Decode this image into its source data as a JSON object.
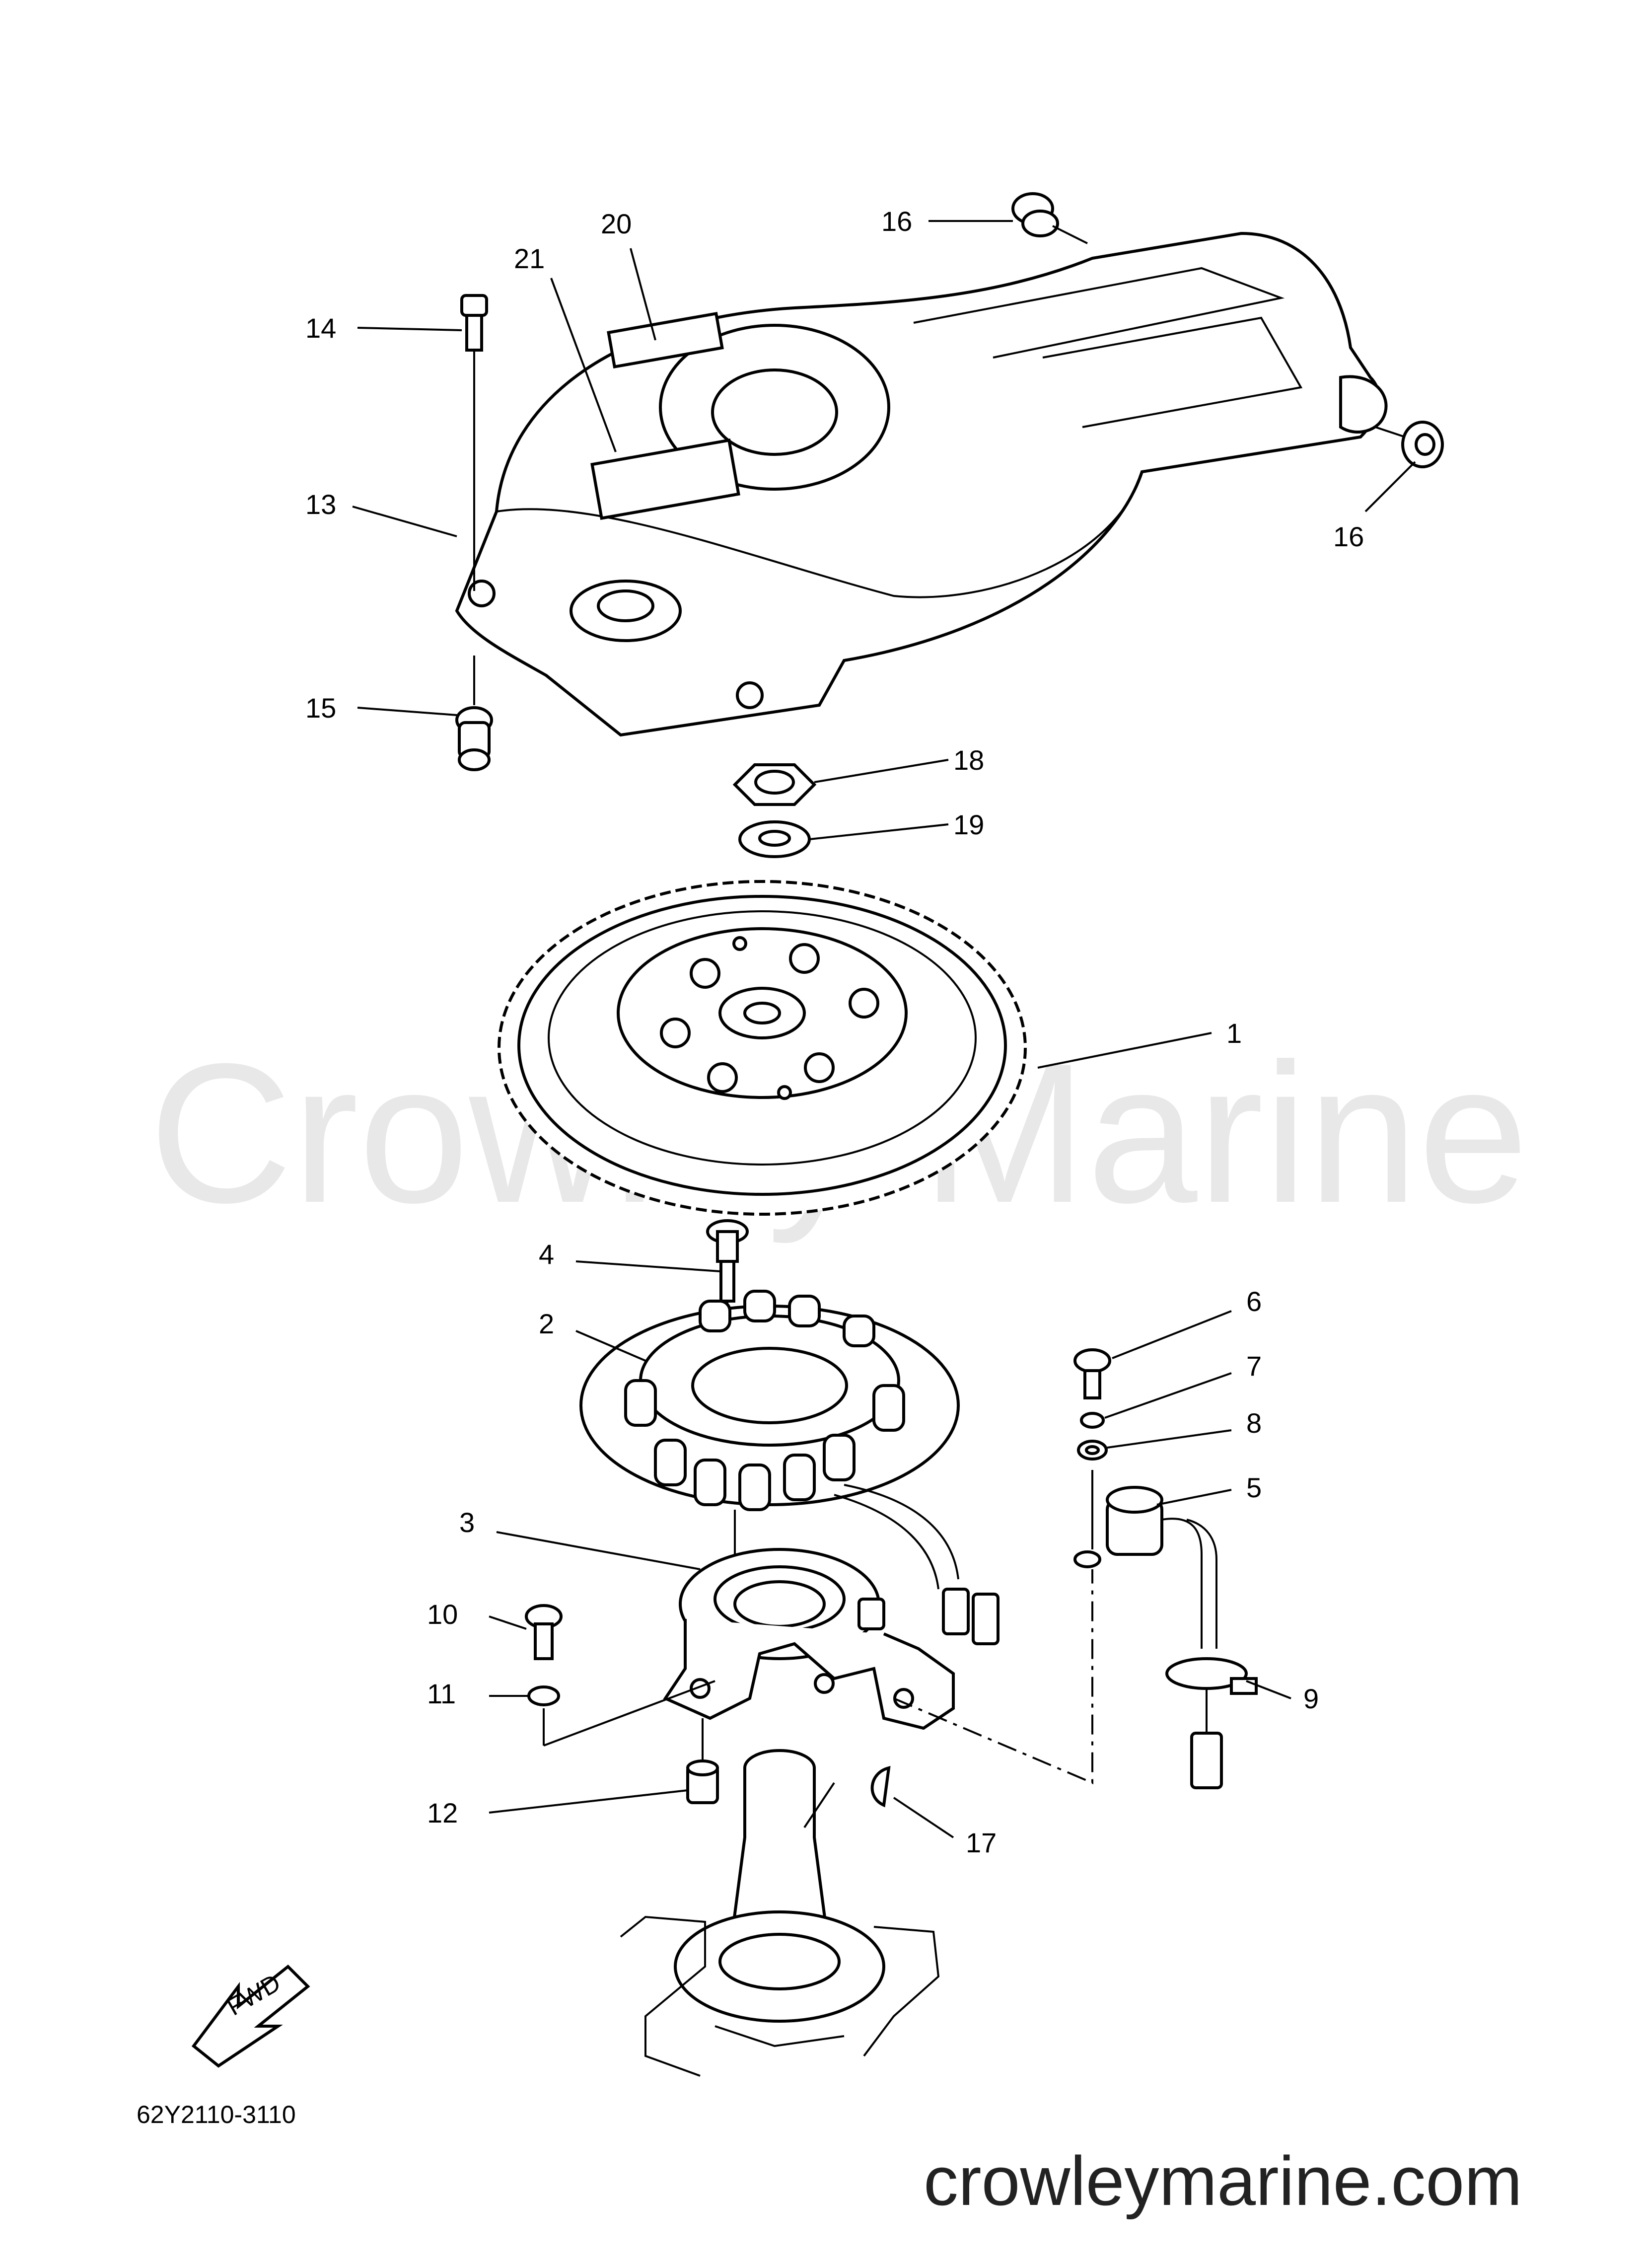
{
  "callouts": {
    "c1": "1",
    "c2": "2",
    "c3": "3",
    "c4": "4",
    "c5": "5",
    "c6": "6",
    "c7": "7",
    "c8": "8",
    "c9": "9",
    "c10": "10",
    "c11": "11",
    "c12": "12",
    "c13": "13",
    "c14": "14",
    "c15": "15",
    "c16a": "16",
    "c16b": "16",
    "c17": "17",
    "c18": "18",
    "c19": "19",
    "c20": "20",
    "c21": "21"
  },
  "part_code": "62Y2110-3110",
  "fwd_label": "FWD",
  "watermark": "Crowley Marine",
  "site_url": "crowleymarine.com",
  "colors": {
    "line": "#000000",
    "watermark": "#e8e8e8",
    "background": "#ffffff"
  }
}
